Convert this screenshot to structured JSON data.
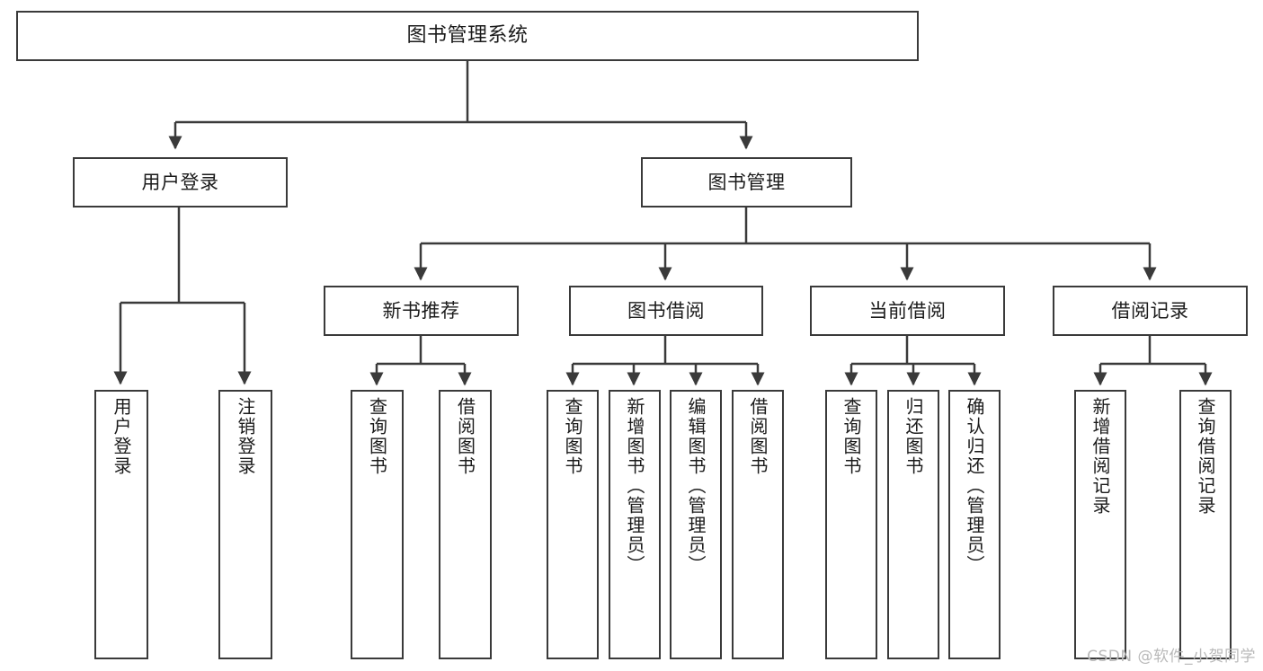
{
  "diagram": {
    "type": "tree-hierarchy",
    "title": "图书管理系统",
    "watermark": "CSDN @软件_小贺同学",
    "colors": {
      "box_stroke": "#3a3a3a",
      "connector": "#3a3a3a",
      "background": "#ffffff",
      "text": "#1b1b1b",
      "watermark": "#b9b9b9"
    },
    "nodes": {
      "root": {
        "label": "图书管理系统"
      },
      "level2": [
        {
          "label": "用户登录"
        },
        {
          "label": "图书管理"
        }
      ],
      "level3": [
        {
          "label": "新书推荐"
        },
        {
          "label": "图书借阅"
        },
        {
          "label": "当前借阅"
        },
        {
          "label": "借阅记录"
        }
      ],
      "leaves": {
        "user_login": [
          {
            "label": "用户登录"
          },
          {
            "label": "注销登录"
          }
        ],
        "new_book_recommend": [
          {
            "label": "查询图书"
          },
          {
            "label": "借阅图书"
          }
        ],
        "book_borrow": [
          {
            "label": "查询图书"
          },
          {
            "label": "新增图书（管理员）"
          },
          {
            "label": "编辑图书（管理员）"
          },
          {
            "label": "借阅图书"
          }
        ],
        "current_borrow": [
          {
            "label": "查询图书"
          },
          {
            "label": "归还图书"
          },
          {
            "label": "确认归还（管理员）"
          }
        ],
        "borrow_record": [
          {
            "label": "新增借阅记录"
          },
          {
            "label": "查询借阅记录"
          }
        ]
      }
    }
  }
}
